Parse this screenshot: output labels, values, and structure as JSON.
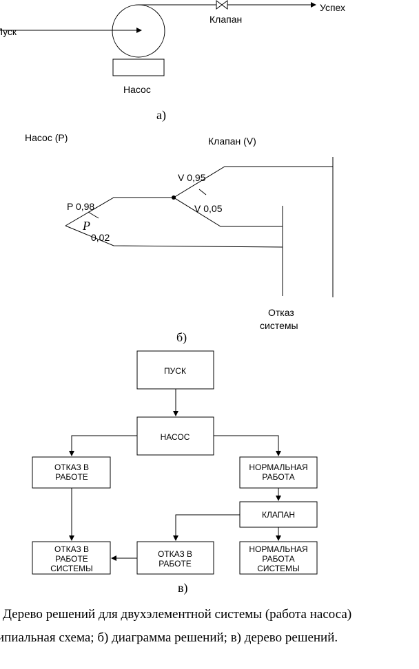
{
  "part_a": {
    "start": "Пуск",
    "valve": "Клапан",
    "success": "Успех",
    "pump": "Насос",
    "label": "а)"
  },
  "part_b": {
    "pump": "Насос (P)",
    "valve": "Клапан (V)",
    "v_success": "V 0,95",
    "v_fail": "V 0,05",
    "p_success": "P 0,98",
    "p_symbol": "P",
    "p_fail": "0,02",
    "system_failure_line1": "Отказ",
    "system_failure_line2": "системы",
    "label": "б)"
  },
  "part_c": {
    "start": "ПУСК",
    "pump": "НАСОС",
    "fail_line1": "ОТКАЗ В",
    "fail_line2": "РАБОТЕ",
    "normal_line1": "НОРМАЛЬНАЯ",
    "normal_line2": "РАБОТА",
    "valve": "КЛАПАН",
    "sys_fail_line1": "ОТКАЗ В",
    "sys_fail_line2": "РАБОТЕ",
    "sys_fail_line3": "СИСТЕМЫ",
    "valve_fail_line1": "ОТКАЗ В",
    "valve_fail_line2": "РАБОТЕ",
    "sys_normal_line1": "НОРМАЛЬНАЯ",
    "sys_normal_line2": "РАБОТА",
    "sys_normal_line3": "СИСТЕМЫ",
    "label": "в)"
  },
  "caption": {
    "line1": "Дерево решений для двухэлементной системы (работа насоса)",
    "line2": "ипиальная схема; б) диаграмма решений; в) дерево решений."
  }
}
